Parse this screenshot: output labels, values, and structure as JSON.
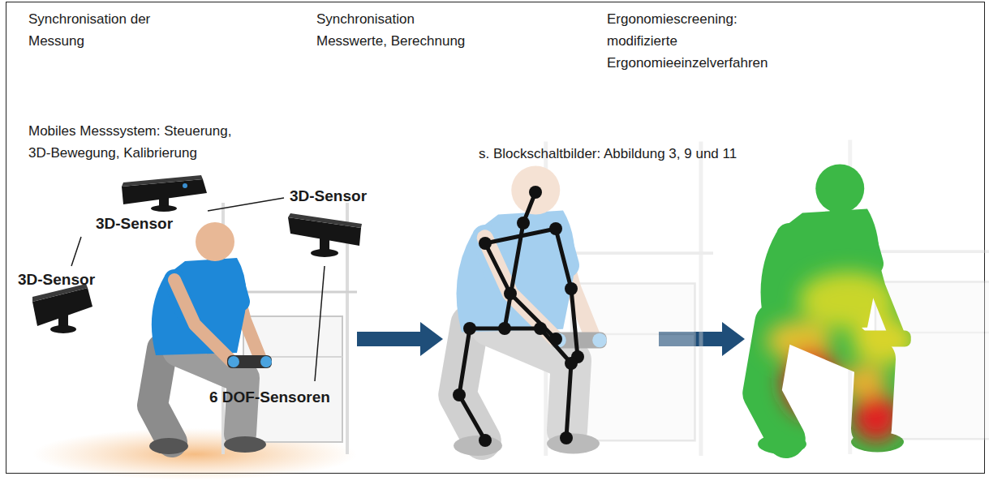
{
  "diagram": {
    "labels": [
      "Synchronisation der Messung",
      "Synchronisation Messwerte, Berechnung",
      "Ergonomiescreening: modifizierte Ergonomieeinzelverfahren",
      "Mobiles Messsystem: Steuerung, 3D-Bewegung, Kalibrierung",
      "s. Blockschaltbilder: Abbildung 3, 9 und 11",
      "3D-Sensor",
      "3D-Sensor",
      "3D-Sensor",
      "6 DOF-Sensoren"
    ]
  }
}
